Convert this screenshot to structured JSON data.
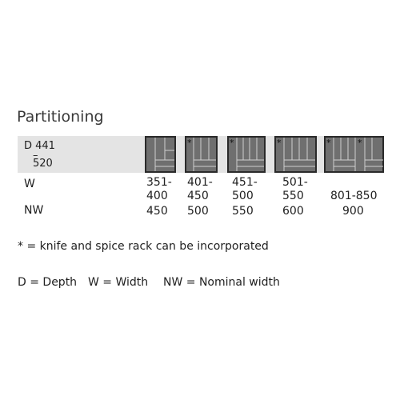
{
  "title": "Partitioning",
  "depth": {
    "line1": "D 441",
    "dash": "–",
    "line2": "520"
  },
  "row_labels": {
    "width": "W",
    "nominal": "NW"
  },
  "columns": [
    {
      "star_left": false,
      "star_right": false,
      "width_lines": [
        "351-",
        "400"
      ],
      "nominal": "450"
    },
    {
      "star_left": true,
      "star_right": false,
      "width_lines": [
        "401-",
        "450"
      ],
      "nominal": "500"
    },
    {
      "star_left": true,
      "star_right": false,
      "width_lines": [
        "451-",
        "500"
      ],
      "nominal": "550"
    },
    {
      "star_left": true,
      "star_right": false,
      "width_lines": [
        "501-",
        "550"
      ],
      "nominal": "600"
    },
    {
      "star_left": true,
      "star_right": true,
      "width_lines": [
        "",
        "801-850"
      ],
      "nominal": "900"
    }
  ],
  "star_symbol": "*",
  "footnote": "* = knife and spice rack can be incorporated",
  "legend": {
    "depth": "D = Depth",
    "width": "W = Width",
    "nominal": "NW = Nominal width"
  },
  "colors": {
    "insert_fill": "#6f6f6f",
    "insert_border": "#2a2a2a",
    "divider": "#cfcfcf",
    "band": "#e4e4e4"
  }
}
